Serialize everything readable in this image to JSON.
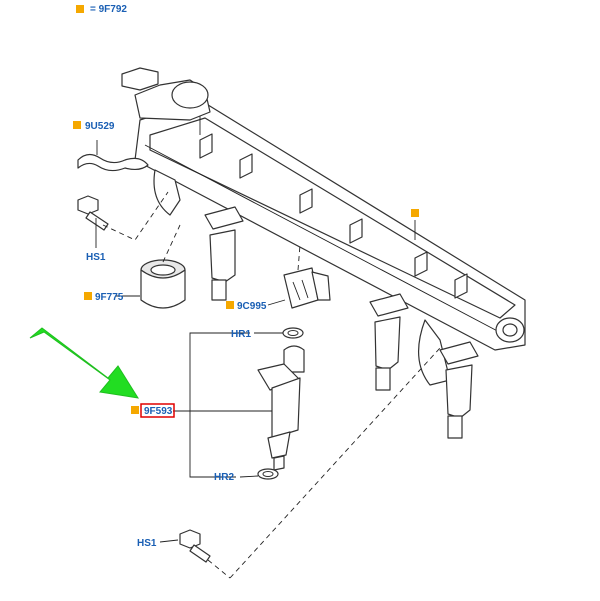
{
  "header": {
    "legend_label": "= 9F792"
  },
  "callouts": {
    "c9U529": "9U529",
    "hs1_top": "HS1",
    "c9F775": "9F775",
    "c9C995": "9C995",
    "hr1": "HR1",
    "c9F593": "9F593",
    "hr2": "HR2",
    "hs1_bottom": "HS1"
  },
  "colors": {
    "marker": "#f5a800",
    "label": "#1a5fb4",
    "highlight_box": "#e00000",
    "arrow": "#22dd22"
  },
  "icons": [
    "square-marker-icon",
    "green-arrow-icon"
  ]
}
